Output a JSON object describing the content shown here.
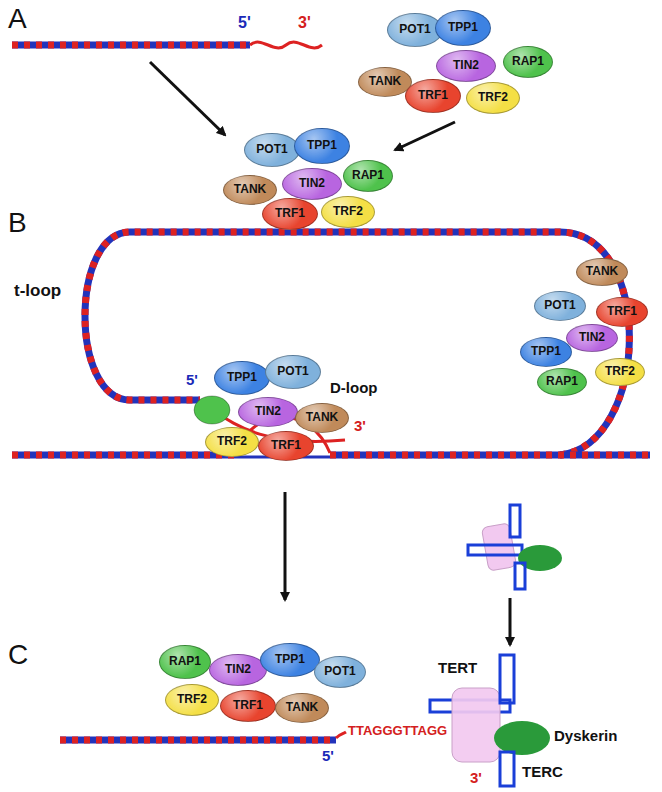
{
  "diagram": {
    "nodes": [
      {
        "text": [
          "POT1"
        ]
      },
      {
        "text": [
          "TPP1"
        ]
      },
      {
        "text": [
          "RAP1"
        ]
      },
      {
        "text": [
          "TIN2"
        ]
      },
      {
        "text": [
          "TANK"
        ]
      },
      {
        "text": [
          "TRF1"
        ]
      },
      {
        "text": [
          "TRF2"
        ]
      },
      {
        "text": [
          "POT1"
        ]
      },
      {
        "text": [
          "TPP1"
        ]
      },
      {
        "text": [
          "RAP1"
        ]
      },
      {
        "text": [
          "TIN2"
        ]
      },
      {
        "text": [
          "TANK"
        ]
      },
      {
        "text": [
          "TRF1"
        ]
      },
      {
        "text": [
          "TRF2"
        ]
      },
      {
        "text": [
          "TPP1"
        ]
      },
      {
        "text": [
          "POT1"
        ]
      },
      {
        "text": [
          "TIN2"
        ]
      },
      {
        "text": [
          "TANK"
        ]
      },
      {
        "text": [
          "TRF2"
        ]
      },
      {
        "text": [
          "TRF1"
        ]
      },
      {
        "text": [
          "TANK"
        ]
      },
      {
        "text": [
          "POT1"
        ]
      },
      {
        "text": [
          "TRF1"
        ]
      },
      {
        "text": [
          "TIN2"
        ]
      },
      {
        "text": [
          "TPP1"
        ]
      },
      {
        "text": [
          "RAP1"
        ]
      },
      {
        "text": [
          "TRF2"
        ]
      },
      {
        "text": [
          "RAP1"
        ]
      },
      {
        "text": [
          "TIN2"
        ]
      },
      {
        "text": [
          "TPP1"
        ]
      },
      {
        "text": [
          "POT1"
        ]
      },
      {
        "text": [
          "TRF2"
        ]
      },
      {
        "text": [
          "TRF1"
        ]
      },
      {
        "text": [
          "TANK"
        ]
      }
    ],
    "labels": [
      "A",
      "5'",
      "3'",
      "B",
      "t-loop",
      "5'",
      "D-loop",
      "3'",
      "C",
      "5'",
      "TTAGGGTTAGG",
      "TERT",
      "Dyskerin",
      "TERC",
      "3'"
    ]
  }
}
